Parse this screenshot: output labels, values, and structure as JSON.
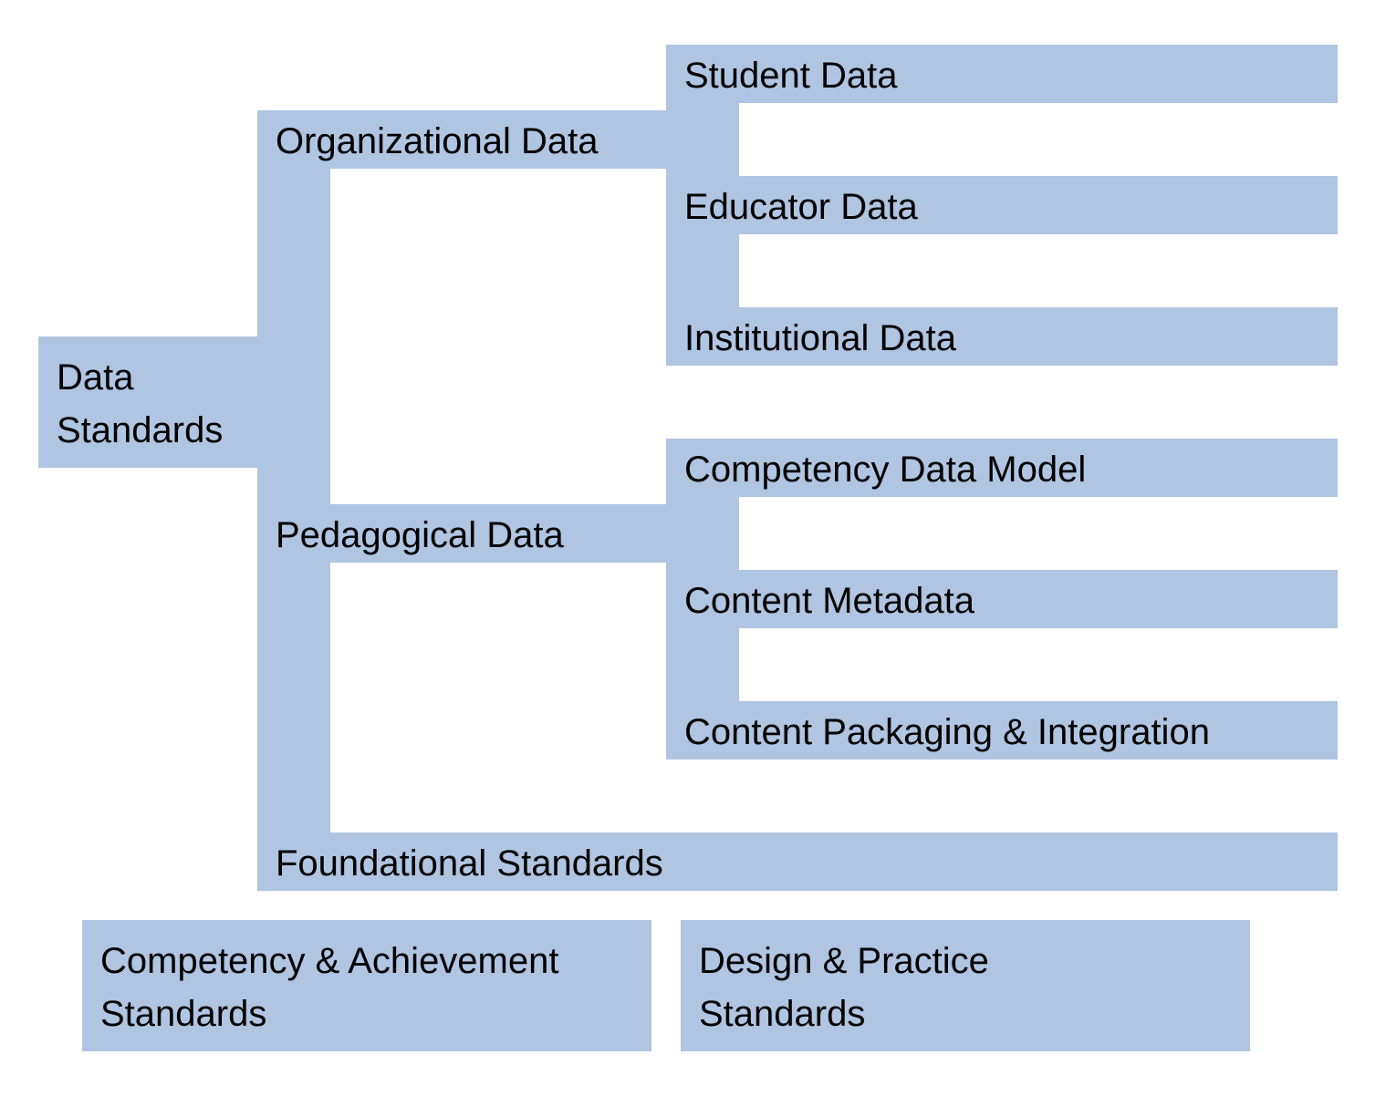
{
  "diagram": {
    "accent_color": "#b0c5e1",
    "text_color": "#000000",
    "root": {
      "line1": "Data",
      "line2": "Standards"
    },
    "level1": [
      {
        "label": "Organizational Data"
      },
      {
        "label": "Pedagogical Data"
      },
      {
        "label": "Foundational Standards"
      }
    ],
    "organizational_children": [
      {
        "label": "Student Data"
      },
      {
        "label": "Educator Data"
      },
      {
        "label": "Institutional Data"
      }
    ],
    "pedagogical_children": [
      {
        "label": "Competency Data Model"
      },
      {
        "label": "Content Metadata"
      },
      {
        "label": "Content Packaging & Integration"
      }
    ],
    "bottom_boxes": [
      {
        "line1": "Competency & Achievement",
        "line2": "Standards"
      },
      {
        "line1": "Design & Practice",
        "line2": "Standards"
      }
    ]
  }
}
